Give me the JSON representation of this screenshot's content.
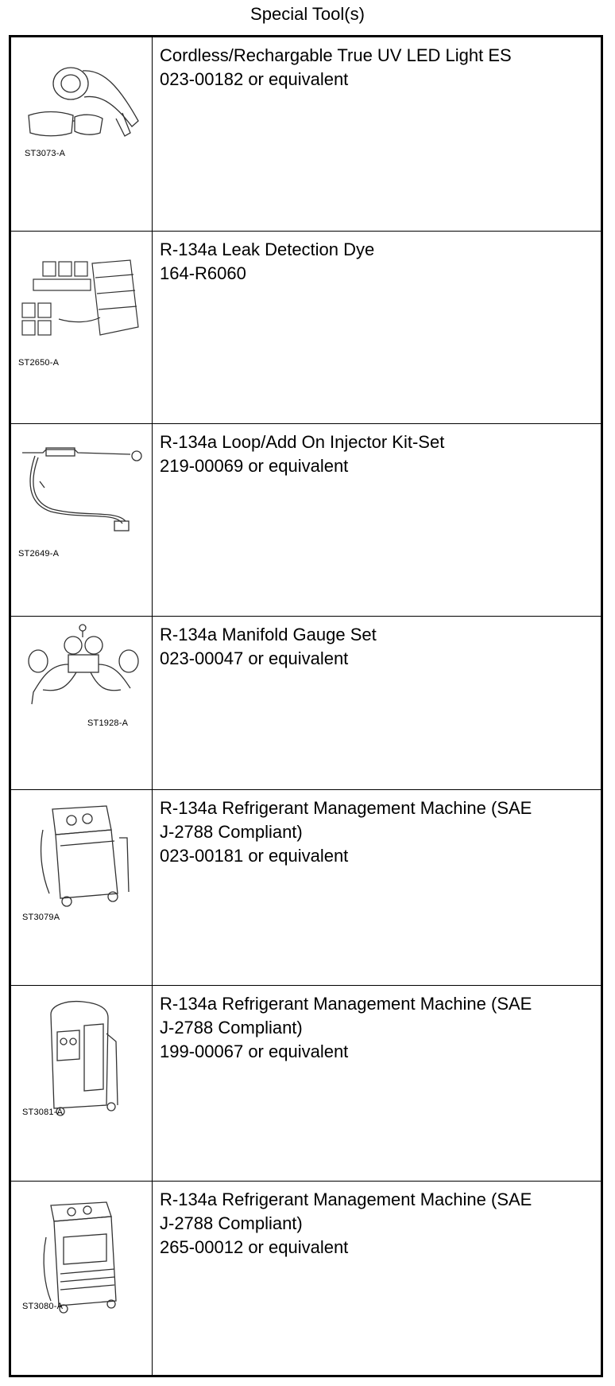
{
  "title": "Special Tool(s)",
  "tools": [
    {
      "code": "ST3073-A",
      "icon": "uv-light-and-goggles-icon",
      "lines": [
        "Cordless/Rechargable True UV LED Light ES",
        "023-00182 or equivalent"
      ]
    },
    {
      "code": "ST2650-A",
      "icon": "dye-bottles-kit-icon",
      "lines": [
        "R-134a Leak Detection Dye",
        "164-R6060"
      ]
    },
    {
      "code": "ST2649-A",
      "icon": "injector-hose-kit-icon",
      "lines": [
        "R-134a Loop/Add On Injector Kit-Set",
        "219-00069 or equivalent"
      ]
    },
    {
      "code": "ST1928-A",
      "icon": "manifold-gauge-set-icon",
      "lines": [
        "R-134a Manifold Gauge Set",
        "023-00047 or equivalent"
      ]
    },
    {
      "code": "ST3079A",
      "icon": "refrigerant-machine-icon",
      "lines": [
        "R-134a Refrigerant Management Machine (SAE",
        "J-2788 Compliant)",
        "023-00181 or equivalent"
      ]
    },
    {
      "code": "ST3081-A",
      "icon": "refrigerant-machine-icon",
      "lines": [
        "R-134a Refrigerant Management Machine (SAE",
        "J-2788 Compliant)",
        "199-00067 or equivalent"
      ]
    },
    {
      "code": "ST3080-A",
      "icon": "refrigerant-machine-icon",
      "lines": [
        "R-134a Refrigerant Management Machine (SAE",
        "J-2788 Compliant)",
        "265-00012 or equivalent"
      ]
    }
  ]
}
